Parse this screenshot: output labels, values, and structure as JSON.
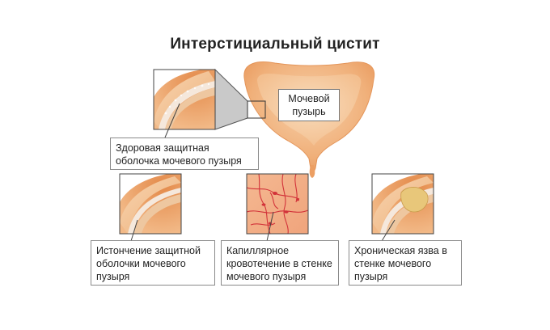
{
  "title": "Интерстициальный цистит",
  "bladder": {
    "label_line1": "Мочевой",
    "label_line2": "пузырь"
  },
  "panels": {
    "healthy": {
      "line1": "Здоровая защитная",
      "line2": "оболочка мочевого пузыря"
    },
    "thinning": {
      "line1": "Истончение защитной",
      "line2": "оболочки мочевого",
      "line3": "пузыря"
    },
    "capillary": {
      "line1": "Капиллярное",
      "line2": "кровотечение в стенке",
      "line3": "мочевого пузыря"
    },
    "ulcer": {
      "line1": "Хроническая язва в",
      "line2": "стенке мочевого",
      "line3": "пузыря"
    }
  },
  "colors": {
    "tissue_orange": "#f0a86a",
    "tissue_light": "#f6d2ae",
    "bladder_outer": "#f1b98a",
    "bladder_inner": "#f5c9a0",
    "blood": "#d2333a",
    "ulcer": "#e8c77a"
  }
}
